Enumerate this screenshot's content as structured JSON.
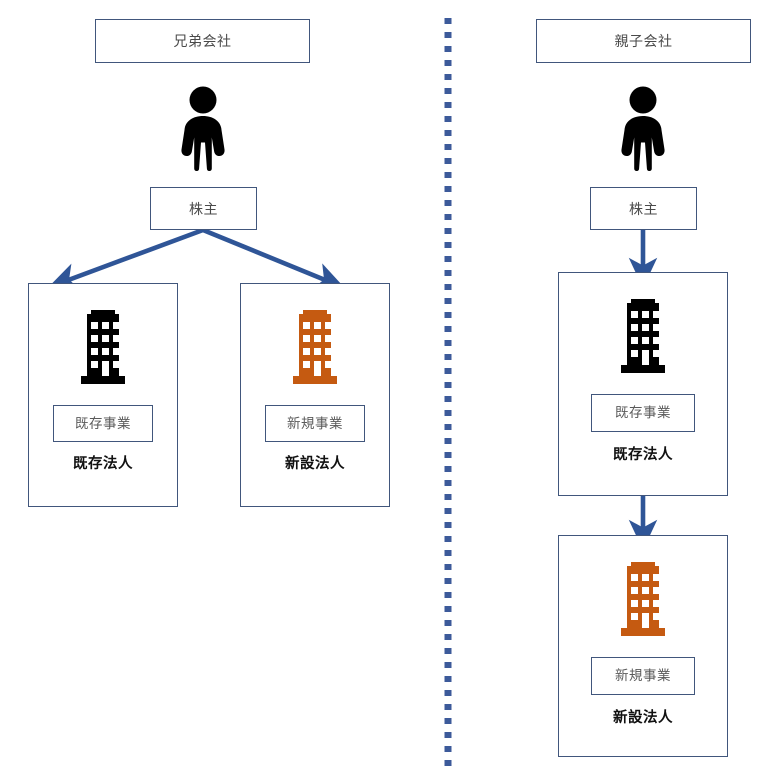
{
  "diagram": {
    "title_left": "兄弟会社",
    "title_right": "親子会社",
    "colors": {
      "border": "#41567c",
      "arrow": "#2f5597",
      "divider": "#3c5a9a",
      "building_existing": "#000000",
      "building_new": "#c55a11",
      "person": "#000000",
      "label_text": "#4a4a4a",
      "name_text": "#111111"
    }
  },
  "left_panel": {
    "header": {
      "label": "兄弟会社"
    },
    "shareholder": {
      "label": "株主",
      "icon": "person-icon"
    },
    "companies": [
      {
        "icon": "building-icon",
        "icon_color": "#000000",
        "business_label": "既存事業",
        "name": "既存法人"
      },
      {
        "icon": "building-icon",
        "icon_color": "#c55a11",
        "business_label": "新規事業",
        "name": "新設法人"
      }
    ]
  },
  "right_panel": {
    "header": {
      "label": "親子会社"
    },
    "shareholder": {
      "label": "株主",
      "icon": "person-icon"
    },
    "companies": [
      {
        "icon": "building-icon",
        "icon_color": "#000000",
        "business_label": "既存事業",
        "name": "既存法人"
      },
      {
        "icon": "building-icon",
        "icon_color": "#c55a11",
        "business_label": "新規事業",
        "name": "新設法人"
      }
    ]
  },
  "divider": {
    "style": "vertical-dotted",
    "label": "panel-divider"
  }
}
